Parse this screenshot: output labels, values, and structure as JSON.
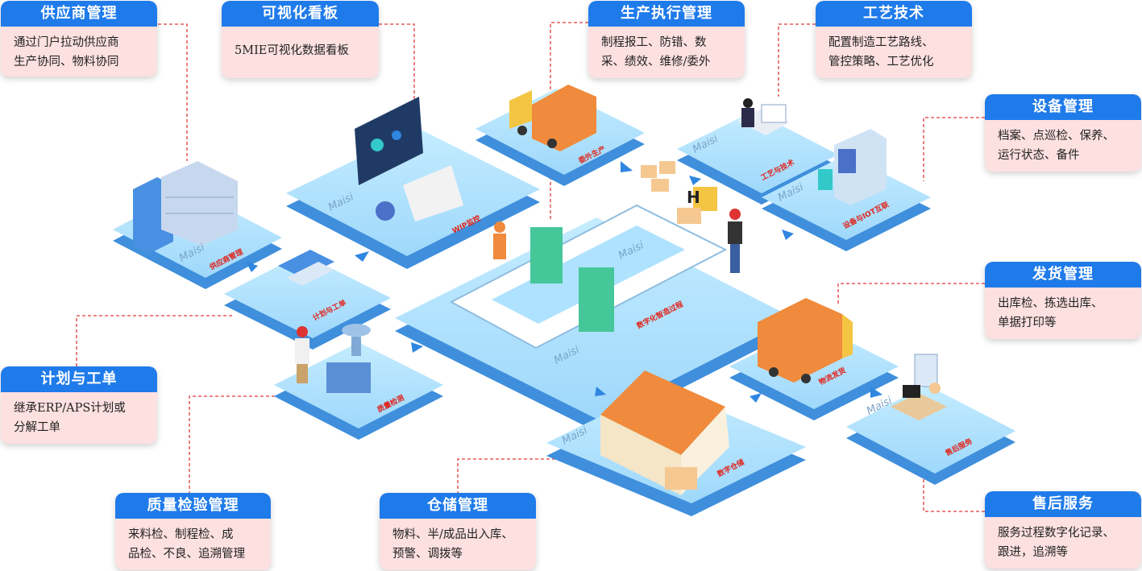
{
  "cards": {
    "supplier": {
      "title": "供应商管理",
      "lines": [
        "通过门户拉动供应商",
        "生产协同、物料协同"
      ]
    },
    "visual": {
      "title": "可视化看板",
      "lines": [
        "5MIE可视化数据看板"
      ]
    },
    "mes": {
      "title": "生产执行管理",
      "lines": [
        "制程报工、防错、数",
        "采、绩效、维修/委外"
      ]
    },
    "process": {
      "title": "工艺技术",
      "lines": [
        "配置制造工艺路线、",
        "管控策略、工艺优化"
      ]
    },
    "equipment": {
      "title": "设备管理",
      "lines": [
        "档案、点巡检、保养、",
        "运行状态、备件"
      ]
    },
    "shipping": {
      "title": "发货管理",
      "lines": [
        "出库检、拣选出库、",
        "单据打印等"
      ]
    },
    "plan": {
      "title": "计划与工单",
      "lines": [
        "继承ERP/APS计划或",
        "分解工单"
      ]
    },
    "quality": {
      "title": "质量检验管理",
      "lines": [
        "来料检、制程检、成",
        "品检、不良、追溯管理"
      ]
    },
    "warehouse": {
      "title": "仓储管理",
      "lines": [
        "物料、半/成品出入库、",
        "预警、调拨等"
      ]
    },
    "aftersale": {
      "title": "售后服务",
      "lines": [
        "服务过程数字化记录、",
        "跟进，追溯等"
      ]
    }
  },
  "platform_labels": {
    "supplier": "供应商管理",
    "plan": "计划与工单",
    "wip": "WIP监控",
    "outsource": "委外生产",
    "craft": "工艺与技术",
    "iot": "设备与IOT互联",
    "digital": "数字化智造过程",
    "quality": "质量检测",
    "warehouse": "数字仓储",
    "logistics": "物流发货",
    "service": "售后服务"
  },
  "brand": "Maisi",
  "colors": {
    "card_header": "#1f7bea",
    "card_body": "#fde0e0",
    "platform_top": "#aee2ff",
    "platform_side": "#3f8fdc",
    "label_red": "#e0231a",
    "connector": "#e23b3b"
  }
}
